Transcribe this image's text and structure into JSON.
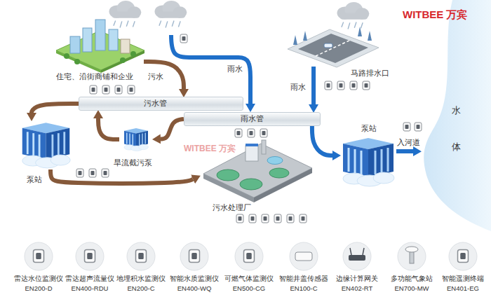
{
  "diagram": {
    "nodes": [
      {
        "text": [
          "住宅、沿街商铺和企业"
        ]
      },
      {
        "text": [
          "污水管"
        ]
      },
      {
        "text": [
          "雨水管"
        ]
      },
      {
        "text": [
          "马路排水口"
        ]
      },
      {
        "text": [
          "泵站"
        ]
      },
      {
        "text": [
          "旱流截污泵"
        ]
      },
      {
        "text": [
          "污水处理厂"
        ]
      },
      {
        "text": [
          "泵站"
        ]
      },
      {
        "text": [
          "水",
          "体"
        ]
      },
      {
        "text": [
          "雷达水位监测仪",
          "EN200-D"
        ]
      },
      {
        "text": [
          "雷达超声流量仪",
          "EN400-RDU"
        ]
      },
      {
        "text": [
          "地埋积水监测仪",
          "EN200-C"
        ]
      },
      {
        "text": [
          "智能水质监测仪",
          "EN400-WQ"
        ]
      },
      {
        "text": [
          "可燃气体监测仪",
          "EN500-CG"
        ]
      },
      {
        "text": [
          "智能井盖传感器",
          "EN100-C"
        ]
      },
      {
        "text": [
          "边缘计算网关",
          "EN402-RT"
        ]
      },
      {
        "text": [
          "多功能气象站",
          "EN700-MW"
        ]
      },
      {
        "text": [
          "智能遥测终端",
          "EN401-EG"
        ]
      }
    ],
    "edges": [
      {
        "from": 0,
        "to": 1,
        "label": "污水",
        "arrow": "to"
      },
      {
        "from": 3,
        "to": 2,
        "label": "雨水",
        "arrow": "to"
      },
      {
        "from": 2,
        "to": 7,
        "arrow": "to"
      },
      {
        "from": 7,
        "to": 8,
        "label": "入河道",
        "arrow": "to"
      },
      {
        "from": 1,
        "to": 4,
        "arrow": "to"
      },
      {
        "from": 2,
        "to": 5,
        "arrow": "to"
      },
      {
        "from": 5,
        "to": 1,
        "arrow": "to"
      },
      {
        "from": 4,
        "to": 6,
        "arrow": "to"
      }
    ],
    "labels": [
      "WITBEE 万宾",
      "雨水",
      "WITBEE 万宾"
    ]
  }
}
